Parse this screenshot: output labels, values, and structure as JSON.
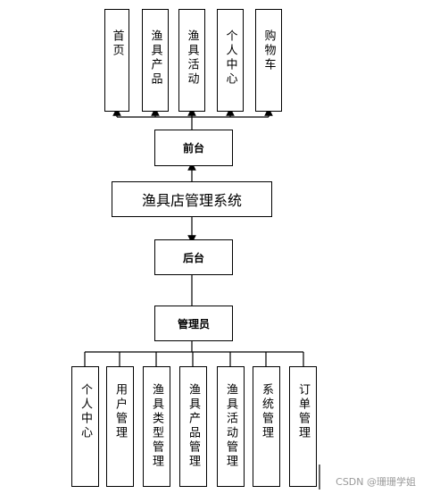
{
  "diagram": {
    "front_modules": [
      "首页",
      "渔具产品",
      "渔具活动",
      "个人中心",
      "购物车"
    ],
    "front_node": "前台",
    "system_node": "渔具店管理系统",
    "back_node": "后台",
    "admin_node": "管理员",
    "admin_modules": [
      "个人中心",
      "用户管理",
      "渔具类型管理",
      "渔具产品管理",
      "渔具活动管理",
      "系统管理",
      "订单管理"
    ]
  },
  "watermark": "CSDN @珊珊学姐"
}
